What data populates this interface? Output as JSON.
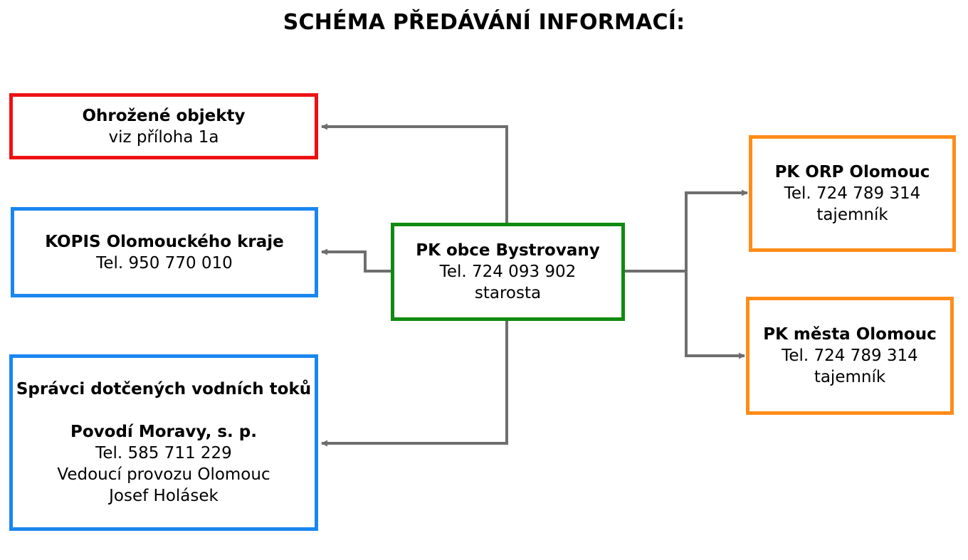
{
  "title": "SCHÉMA PŘEDÁVÁNÍ INFORMACÍ:",
  "colors": {
    "red": "#ee1111",
    "blue": "#1a86f0",
    "green": "#0f8a10",
    "orange": "#ff8c1a",
    "connector": "#6e6e6e"
  },
  "boxes": {
    "threatened": {
      "title": "Ohrožené objekty",
      "line1": "viz příloha 1a"
    },
    "kopis": {
      "title": "KOPIS Olomouckého kraje",
      "line1": "Tel. 950 770 010"
    },
    "rivers": {
      "title": "Správci dotčených vodních toků",
      "org": "Povodí Moravy, s. p.",
      "line1": "Tel. 585 711 229",
      "line2": "Vedoucí provozu Olomouc",
      "line3": "Josef Holásek"
    },
    "center": {
      "title": "PK obce Bystrovany",
      "line1": "Tel. 724 093 902",
      "line2": "starosta"
    },
    "orp": {
      "title": "PK ORP Olomouc",
      "line1": "Tel. 724 789 314",
      "line2": "tajemník"
    },
    "city": {
      "title": "PK města Olomouc",
      "line1": "Tel. 724 789 314",
      "line2": "tajemník"
    }
  }
}
